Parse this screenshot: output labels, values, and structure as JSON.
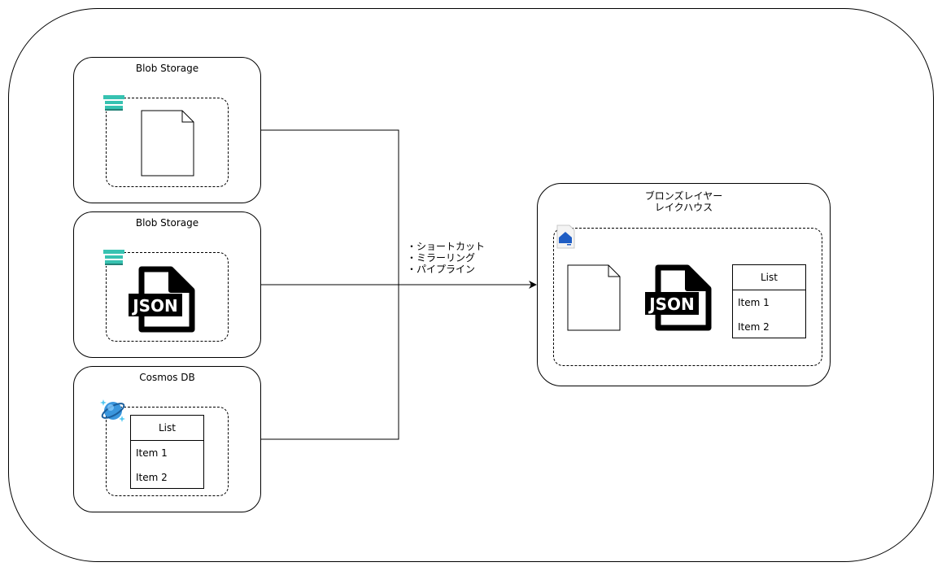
{
  "diagram": {
    "sources": [
      {
        "title": "Blob Storage",
        "icon": "storage-account-icon",
        "content": "document-icon"
      },
      {
        "title": "Blob Storage",
        "icon": "storage-account-icon",
        "content": "json-file-icon",
        "json_label": "JSON"
      },
      {
        "title": "Cosmos DB",
        "icon": "cosmos-db-icon",
        "list": {
          "header": "List",
          "items": [
            "Item 1",
            "Item 2"
          ]
        }
      }
    ],
    "connector_labels": [
      "・ショートカット",
      "・ミラーリング",
      "・パイプライン"
    ],
    "target": {
      "title_line1": "ブロンズレイヤー",
      "title_line2": "レイクハウス",
      "icon": "lakehouse-icon",
      "json_label": "JSON",
      "list": {
        "header": "List",
        "items": [
          "Item 1",
          "Item 2"
        ]
      }
    }
  }
}
